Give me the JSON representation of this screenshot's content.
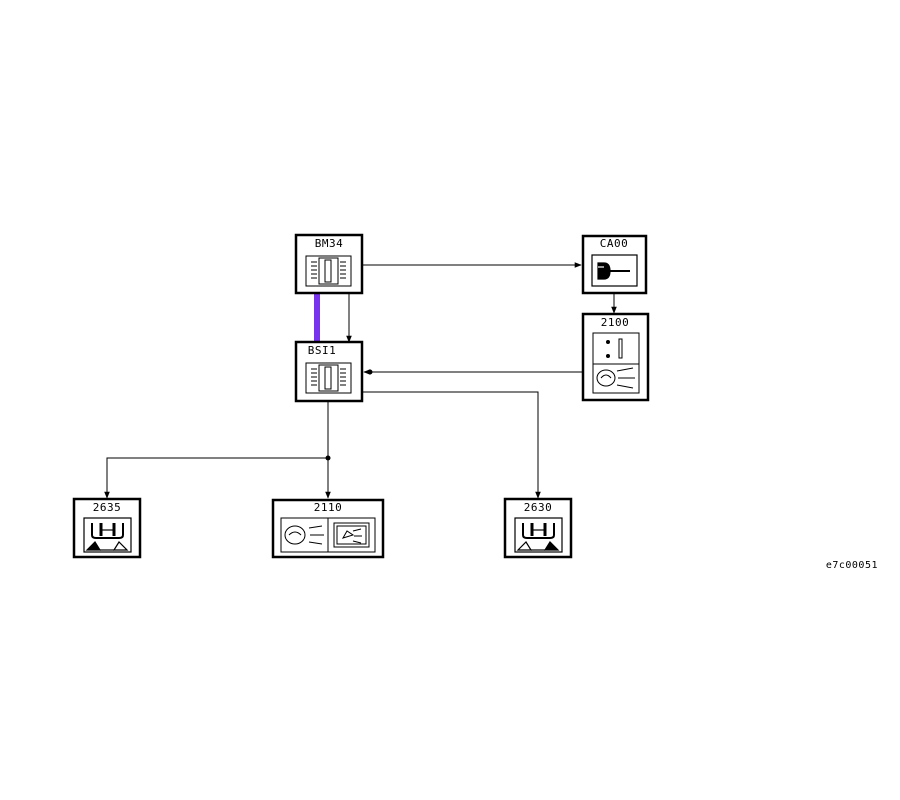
{
  "modules": {
    "bm34": {
      "code": "BM34"
    },
    "ca00": {
      "code": "CA00"
    },
    "m2100": {
      "code": "2100"
    },
    "bsi1": {
      "code": "BSI1"
    },
    "m2635": {
      "code": "2635"
    },
    "m2110": {
      "code": "2110"
    },
    "m2630": {
      "code": "2630"
    }
  },
  "reference": "e7c00051",
  "colors": {
    "line": "#000000",
    "bus": "#7733ee",
    "background": "#ffffff"
  },
  "icons": {
    "bm34": "fuse-box-icon",
    "bsi1": "fuse-box-icon",
    "ca00": "ignition-key-icon",
    "m2100": "headlamp-switch-icon",
    "m2635": "rear-fog-lamp-icon",
    "m2630": "rear-fog-lamp-icon",
    "m2110": "headlamp-warning-icon"
  }
}
